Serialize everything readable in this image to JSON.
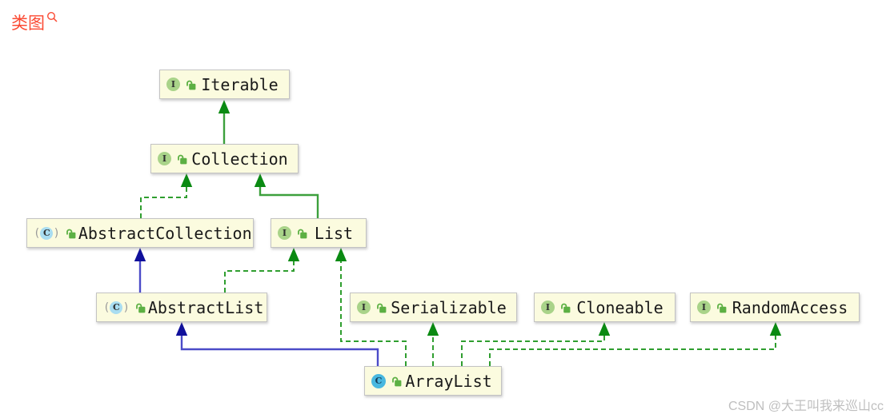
{
  "page": {
    "title": "类图",
    "watermark": "CSDN @大王叫我来巡山cc"
  },
  "icons": {
    "interface_letter": "I",
    "class_letter": "C",
    "abstract_paren_open": "(",
    "abstract_paren_close": ")"
  },
  "colors": {
    "node_background": "#fbfbdf",
    "node_border": "#c3c3c3",
    "edge_green": "#2f9e2f",
    "edge_green_arrow": "#0a8a12",
    "edge_blue": "#4b4bc8",
    "edge_blue_arrow": "#10109b",
    "interface_icon_green": "#a9d389",
    "class_icon_blue": "#48b8e0",
    "abstract_icon_blue": "#a9ddf1",
    "lock_icon_green": "#5cb043",
    "title_red": "#fb4a33",
    "watermark_gray": "#bfbfbf"
  },
  "diagram": {
    "nodes": [
      {
        "id": "iterable",
        "label": "Iterable",
        "kind": "interface"
      },
      {
        "id": "collection",
        "label": "Collection",
        "kind": "interface"
      },
      {
        "id": "abstract-collection",
        "label": "AbstractCollection",
        "kind": "abstract-class"
      },
      {
        "id": "list",
        "label": "List",
        "kind": "interface"
      },
      {
        "id": "abstract-list",
        "label": "AbstractList",
        "kind": "abstract-class"
      },
      {
        "id": "serializable",
        "label": "Serializable",
        "kind": "interface"
      },
      {
        "id": "cloneable",
        "label": "Cloneable",
        "kind": "interface"
      },
      {
        "id": "random-access",
        "label": "RandomAccess",
        "kind": "interface"
      },
      {
        "id": "array-list",
        "label": "ArrayList",
        "kind": "class"
      }
    ],
    "edges": [
      {
        "from": "Collection",
        "to": "Iterable",
        "relation": "extends",
        "style": "solid-green"
      },
      {
        "from": "AbstractCollection",
        "to": "Collection",
        "relation": "implements",
        "style": "dashed-green"
      },
      {
        "from": "List",
        "to": "Collection",
        "relation": "extends",
        "style": "solid-green"
      },
      {
        "from": "AbstractList",
        "to": "AbstractCollection",
        "relation": "extends",
        "style": "solid-blue"
      },
      {
        "from": "AbstractList",
        "to": "List",
        "relation": "implements",
        "style": "dashed-green"
      },
      {
        "from": "ArrayList",
        "to": "List",
        "relation": "implements",
        "style": "dashed-green"
      },
      {
        "from": "ArrayList",
        "to": "AbstractList",
        "relation": "extends",
        "style": "solid-blue"
      },
      {
        "from": "ArrayList",
        "to": "Serializable",
        "relation": "implements",
        "style": "dashed-green"
      },
      {
        "from": "ArrayList",
        "to": "Cloneable",
        "relation": "implements",
        "style": "dashed-green"
      },
      {
        "from": "ArrayList",
        "to": "RandomAccess",
        "relation": "implements",
        "style": "dashed-green"
      }
    ]
  }
}
